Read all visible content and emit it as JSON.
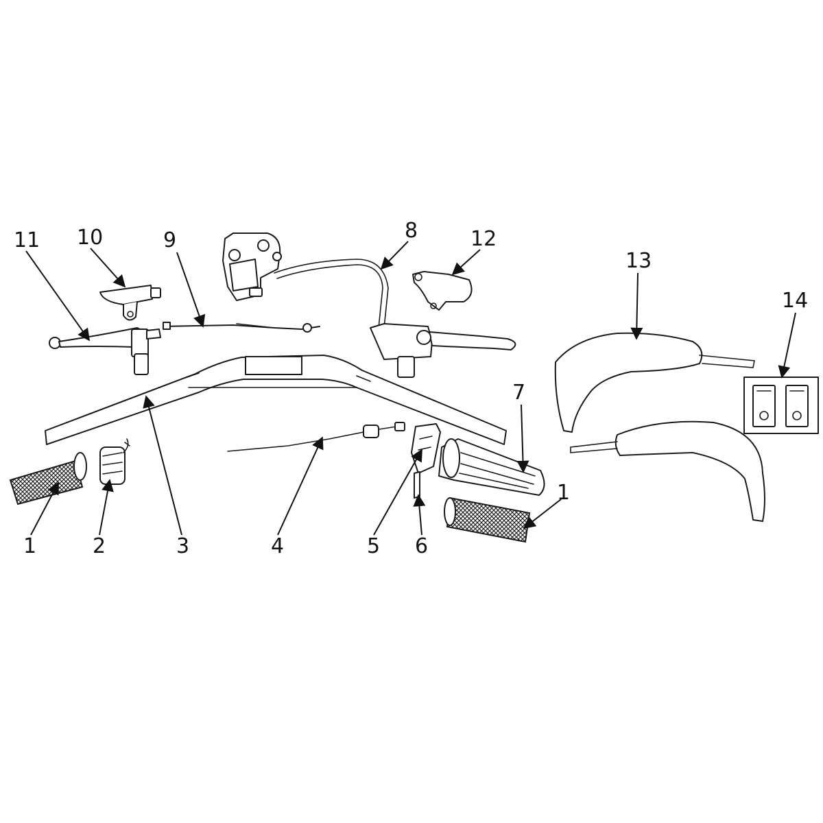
{
  "callouts": {
    "c1_left": "1",
    "c1_right": "1",
    "c2": "2",
    "c3": "3",
    "c4": "4",
    "c5": "5",
    "c6": "6",
    "c7": "7",
    "c8": "8",
    "c9": "9",
    "c10": "10",
    "c11": "11",
    "c12": "12",
    "c13": "13",
    "c14": "14"
  }
}
